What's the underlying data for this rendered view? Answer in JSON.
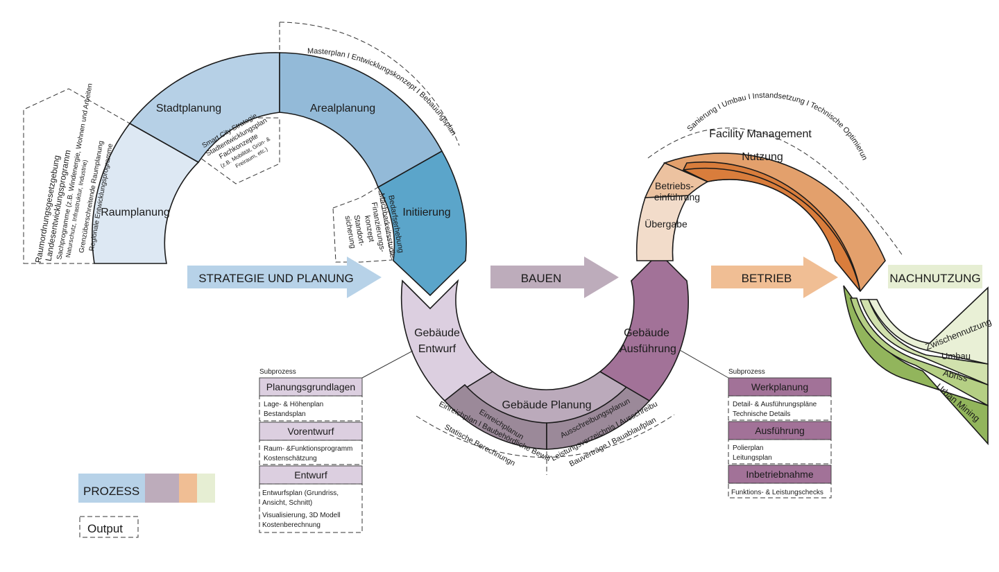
{
  "colors": {
    "raum": "#dde8f3",
    "stadt": "#b6d0e6",
    "areal": "#93bad8",
    "init": "#5ba5ca",
    "entwurf": "#dccfe0",
    "planung_top": "#bbaabb",
    "planung_bottom": "#9b8999",
    "ausf": "#a27298",
    "uebergabe": "#f2dcca",
    "betriebs": "#ecc2a0",
    "fm": "#e3a06c",
    "nutzung": "#d97d3c",
    "nach1": "#e9f0d6",
    "nach2": "#d1e1ad",
    "nach3": "#b5cf84",
    "nach4": "#92b55c",
    "arrow_strategie": "#b7d2e8",
    "arrow_bauen": "#bdacbb",
    "arrow_betrieb": "#f0be94",
    "nachnutzung_bg": "#e6eed3",
    "sub_strategie": "#dccfe0",
    "sub_bauen": "#a27298",
    "legend": [
      "#b7d2e8",
      "#bdacbb",
      "#f0be94",
      "#e6eed3"
    ]
  },
  "phases": {
    "strategie": "STRATEGIE UND PLANUNG",
    "bauen": "BAUEN",
    "betrieb": "BETRIEB",
    "nachnutzung": "NACHNUTZUNG"
  },
  "segments": {
    "raumplanung": "Raumplanung",
    "stadtplanung": "Stadtplanung",
    "arealplanung": "Arealplanung",
    "initiierung": "Initiierung",
    "entwurf": [
      "Gebäude",
      "Entwurf"
    ],
    "planung": "Gebäude Planung",
    "einreichplanung": "Einreichplanung",
    "ausschreibungsplanung": "Ausschreibungsplanung",
    "ausfuehrung": [
      "Gebäude",
      "Ausführung"
    ],
    "uebergabe": "Übergabe",
    "betriebseinfuehrung": [
      "Betriebs-",
      "einführung"
    ],
    "facility_management": "Facility Management",
    "nutzung": "Nutzung",
    "zwischennutzung": "Zwischennutzung",
    "umbau": "Umbau",
    "abriss": "Abriss",
    "urban_mining": "Urban Mining"
  },
  "outputs": {
    "raum": [
      "Raumordnungsgesetzgebung",
      "Landesentwicklungsprogramm",
      "Sachprogramme (z.B. Windenergie, Wohnen und Arbeiten",
      "Naturschutz, Infrastruktur, Industrie)",
      "Grenzüberschreitende Raumplanung",
      "Regionale Entwicklungsprogramme"
    ],
    "stadt": [
      "Smart City Strategie",
      "Stadtentwicklungsplan",
      "Fachkonzepte",
      "(z.B. Mobilität, Grün- &",
      "Freiraum, etc.)"
    ],
    "areal": "Masterplan I Entwicklungskonzept I Bebauungsplan",
    "init": [
      "Bedarfserhebung",
      "Machbarkeitsstudie",
      "Finanzierungs-",
      "konzept",
      "Standort-",
      "sicherung"
    ],
    "einreich": [
      "Einreichplan I Baubehördliche Bewilligung",
      "Statische Berechnungnen"
    ],
    "ausschreibung": [
      "Leistungsverzeichnis I Ausschreibung",
      "Bauverträge I Bauablaufplan"
    ],
    "betrieb": "Sanierung I Umbau I Instandsetzung I Technische Optimierung"
  },
  "subprocess_left": {
    "title": "Subprozess",
    "groups": [
      {
        "header": "Planungsgrundlagen",
        "items": [
          "Lage- & Höhenplan",
          "Bestandsplan"
        ]
      },
      {
        "header": "Vorentwurf",
        "items": [
          "Raum- &Funktionsprogramm",
          "Kostenschätzung"
        ]
      },
      {
        "header": "Entwurf",
        "items": [
          "Entwurfsplan (Grundriss,",
          "Ansicht, Schnitt)",
          "Visualisierung, 3D Modell",
          "Kostenberechnung"
        ]
      }
    ]
  },
  "subprocess_right": {
    "title": "Subprozess",
    "groups": [
      {
        "header": "Werkplanung",
        "items": [
          "Detail- & Ausführungspläne",
          "Technische Details"
        ]
      },
      {
        "header": "Ausführung",
        "items": [
          "Polierplan",
          "Leitungsplan"
        ]
      },
      {
        "header": "Inbetriebnahme",
        "items": [
          "Funktions- & Leistungschecks"
        ]
      }
    ]
  },
  "legend": {
    "prozess": "PROZESS",
    "output": "Output"
  }
}
